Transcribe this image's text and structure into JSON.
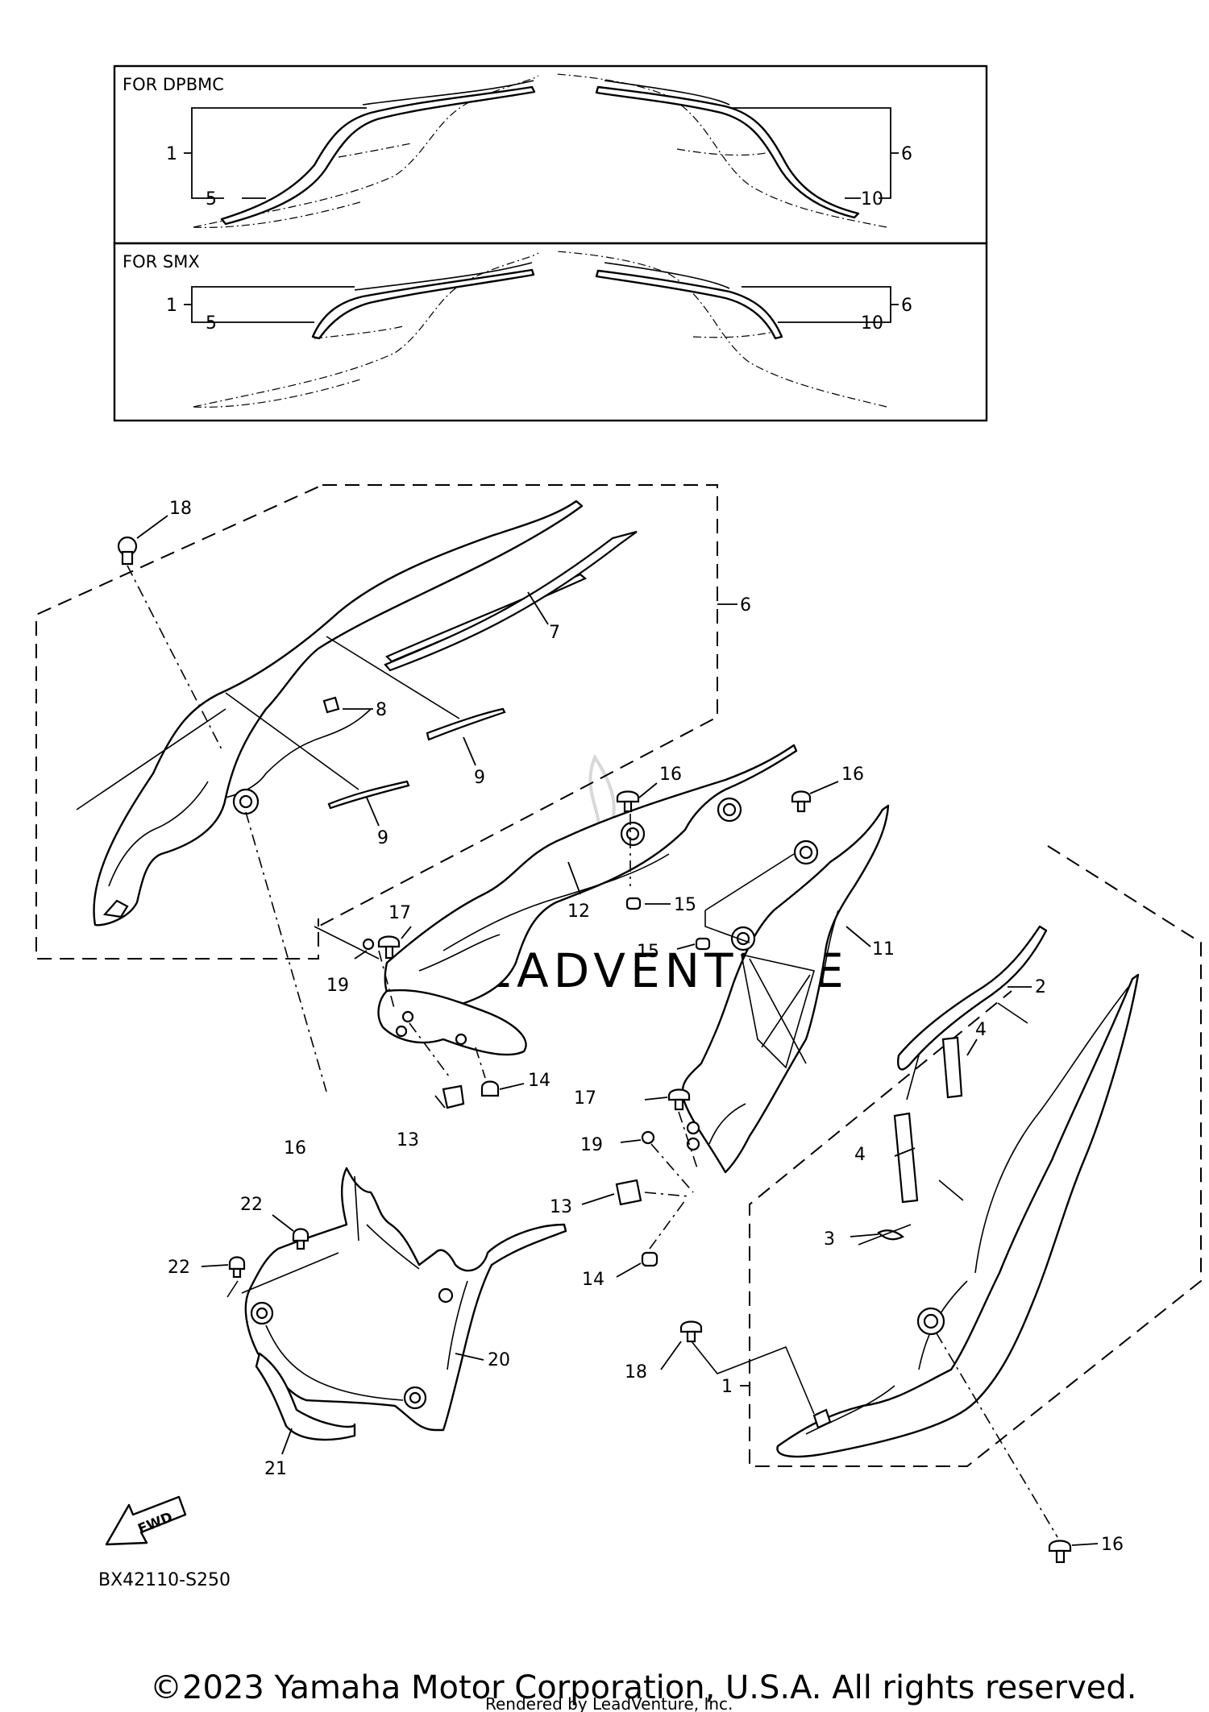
{
  "diagram": {
    "variant_boxes": [
      {
        "label": "FOR DPBMC",
        "left_callouts": [
          "1",
          "5"
        ],
        "right_callouts": [
          "6",
          "10"
        ]
      },
      {
        "label": "FOR SMX",
        "left_callouts": [
          "1",
          "5"
        ],
        "right_callouts": [
          "6",
          "10"
        ]
      }
    ],
    "callouts": {
      "c18a": "18",
      "c6": "6",
      "c7": "7",
      "c8": "8",
      "c9a": "9",
      "c9b": "9",
      "c16a": "16",
      "c16b": "16",
      "c16c": "16",
      "c16d": "16",
      "c15a": "15",
      "c15b": "15",
      "c12": "12",
      "c11": "11",
      "c17a": "17",
      "c17b": "17",
      "c19a": "19",
      "c19b": "19",
      "c13a": "13",
      "c13b": "13",
      "c14a": "14",
      "c14b": "14",
      "c2": "2",
      "c4a": "4",
      "c4b": "4",
      "c3": "3",
      "c1": "1",
      "c18b": "18",
      "c22a": "22",
      "c22b": "22",
      "c20": "20",
      "c21": "21"
    },
    "fwd_label": "FWD",
    "diagram_code": "BX42110-S250",
    "watermark_text": "LEADVENTURE"
  },
  "footer": {
    "copyright": "©2023 Yamaha Motor Corporation, U.S.A. All rights reserved.",
    "rendered_by": "Rendered by LeadVenture, Inc."
  }
}
